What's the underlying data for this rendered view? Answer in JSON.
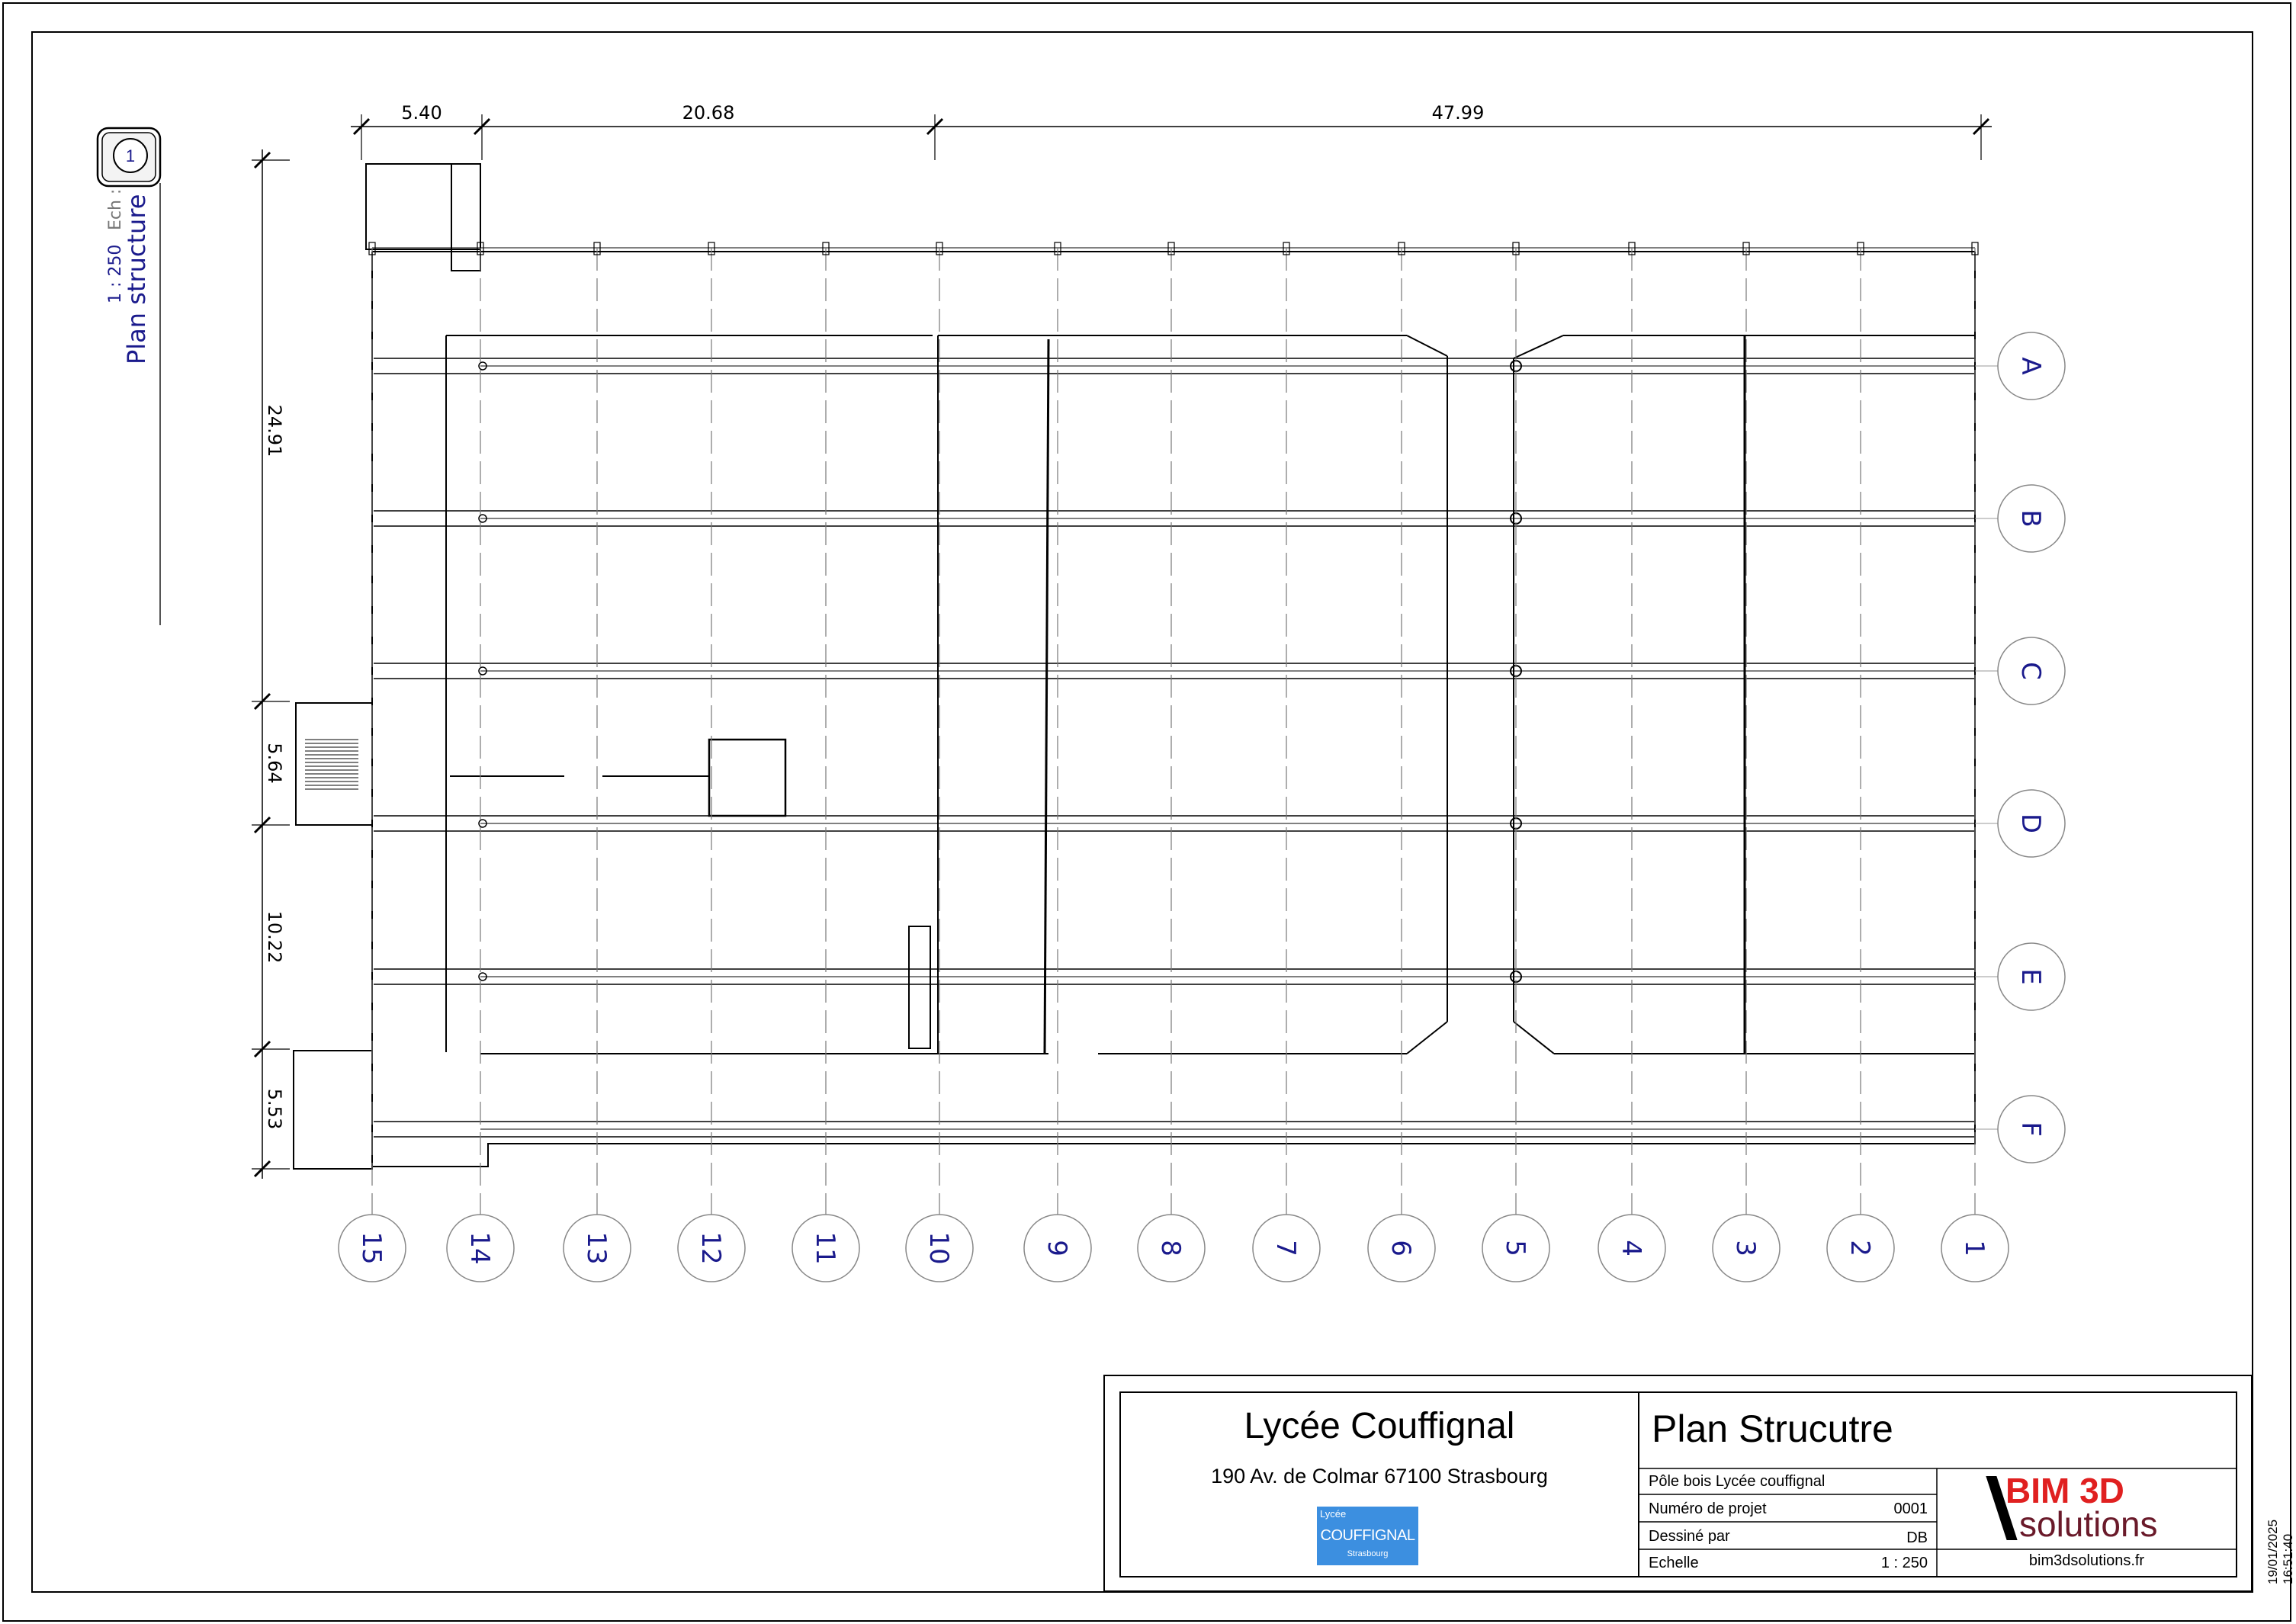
{
  "view": {
    "number": "1",
    "scale_label": "1 : 250",
    "scale_prefix": "Ech :",
    "title": "Plan structure"
  },
  "grid_columns": [
    "15",
    "14",
    "13",
    "12",
    "11",
    "10",
    "9",
    "8",
    "7",
    "6",
    "5",
    "4",
    "3",
    "2",
    "1"
  ],
  "grid_rows": [
    "A",
    "B",
    "C",
    "D",
    "E",
    "F"
  ],
  "dimensions": {
    "top": [
      "5.40",
      "20.68",
      "47.99"
    ],
    "left": [
      "24.91",
      "5.64",
      "10.22",
      "5.53"
    ]
  },
  "title_block": {
    "project_name": "Lycée Couffignal",
    "address": "190 Av. de Colmar 67100 Strasbourg",
    "sheet_title": "Plan Strucutre",
    "project_desc": "Pôle bois Lycée couffignal",
    "rows": [
      {
        "label": "Numéro de projet",
        "value": "0001"
      },
      {
        "label": "Dessiné par",
        "value": "DB"
      },
      {
        "label": "Echelle",
        "value": "1 : 250"
      }
    ],
    "website": "bim3dsolutions.fr",
    "timestamp": "19/01/2025 16:51:40"
  },
  "client_logo": {
    "line1": "Lycée",
    "line2": "COUFFIGNAL",
    "line3": "Strasbourg"
  },
  "company_logo": {
    "line1": "BIM 3D",
    "line2": "solutions"
  },
  "colors": {
    "grid_bubble_text": "#1a1a8c",
    "view_title": "#1a1a8c",
    "line": "#000000",
    "logo_blue": "#3c8fe0",
    "logo_red": "#e02020"
  }
}
